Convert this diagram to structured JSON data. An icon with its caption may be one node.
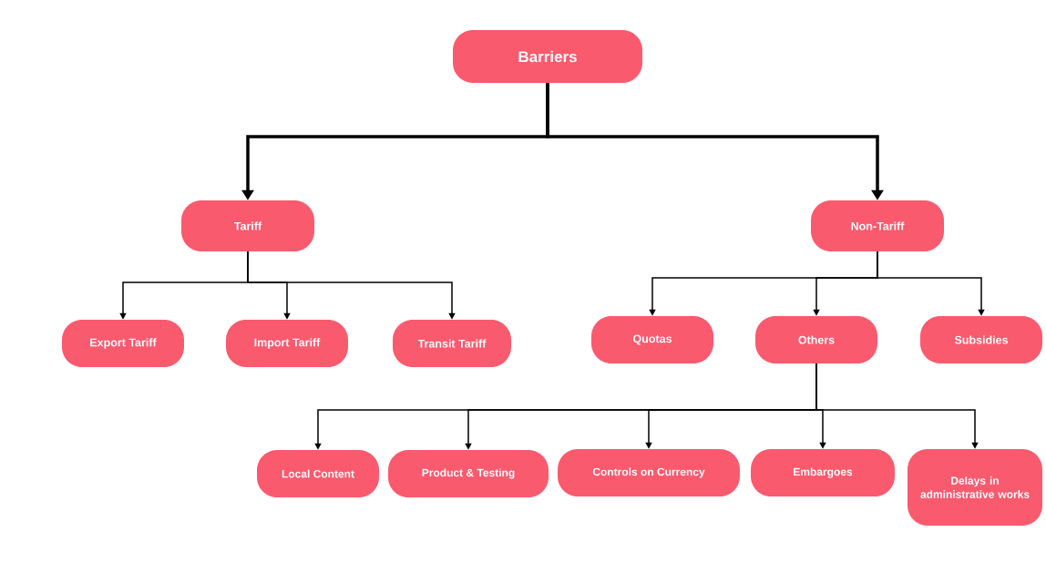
{
  "diagram": {
    "nodes": [
      {
        "text": [
          "Barriers"
        ]
      },
      {
        "text": [
          "Tariff"
        ]
      },
      {
        "text": [
          "Non-Tariff"
        ]
      },
      {
        "text": [
          "Export Tariff"
        ]
      },
      {
        "text": [
          "Import Tariff"
        ]
      },
      {
        "text": [
          "Transit Tariff"
        ]
      },
      {
        "text": [
          "Quotas"
        ]
      },
      {
        "text": [
          "Others"
        ]
      },
      {
        "text": [
          "Subsidies"
        ]
      },
      {
        "text": [
          "Local Content"
        ]
      },
      {
        "text": [
          "Product & Testing"
        ]
      },
      {
        "text": [
          "Controls on Currency"
        ]
      },
      {
        "text": [
          "Embargoes"
        ]
      },
      {
        "text": [
          "Delays in administrative works"
        ]
      }
    ],
    "edges": [
      {
        "from": 0,
        "to": 1,
        "arrow": "to",
        "style": "thick"
      },
      {
        "from": 0,
        "to": 2,
        "arrow": "to",
        "style": "thick"
      },
      {
        "from": 1,
        "to": 3,
        "arrow": "to"
      },
      {
        "from": 1,
        "to": 4,
        "arrow": "to"
      },
      {
        "from": 1,
        "to": 5,
        "arrow": "to"
      },
      {
        "from": 2,
        "to": 6,
        "arrow": "to"
      },
      {
        "from": 2,
        "to": 7,
        "arrow": "to"
      },
      {
        "from": 2,
        "to": 8,
        "arrow": "to"
      },
      {
        "from": 7,
        "to": 9,
        "arrow": "to"
      },
      {
        "from": 7,
        "to": 10,
        "arrow": "to"
      },
      {
        "from": 7,
        "to": 11,
        "arrow": "to"
      },
      {
        "from": 7,
        "to": 12,
        "arrow": "to"
      },
      {
        "from": 7,
        "to": 13,
        "arrow": "to"
      }
    ]
  }
}
